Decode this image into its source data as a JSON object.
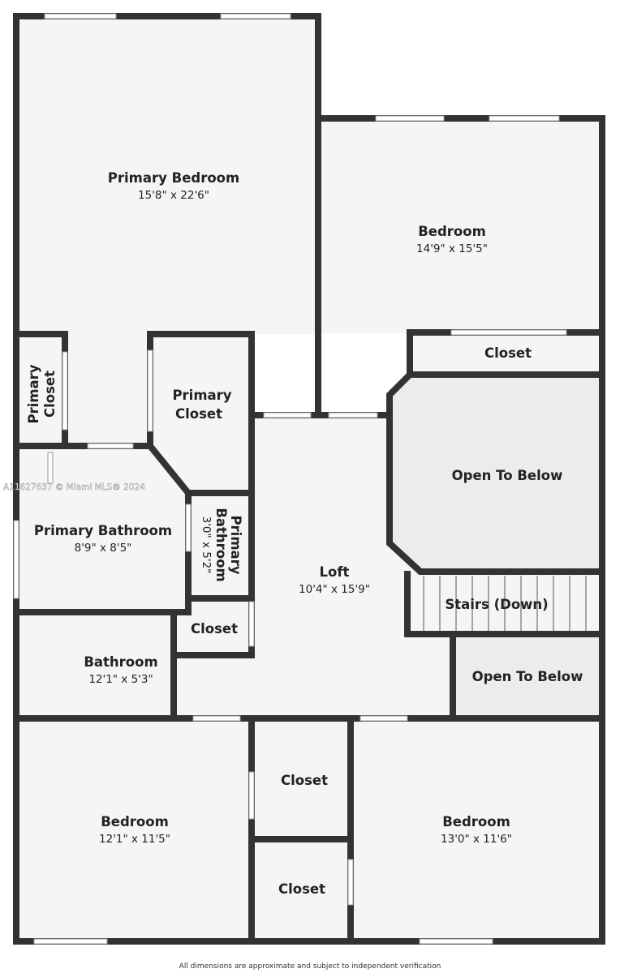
{
  "rooms": {
    "primary_bedroom": {
      "name": "Primary Bedroom",
      "dims": "15'8\" x 22'6\""
    },
    "bedroom_ne": {
      "name": "Bedroom",
      "dims": "14'9\" x 15'5\""
    },
    "closet_ne": {
      "name": "Closet"
    },
    "primary_closet_small": {
      "name_l1": "Primary",
      "name_l2": "Closet"
    },
    "primary_closet": {
      "name_l1": "Primary",
      "name_l2": "Closet"
    },
    "open_to_below_1": {
      "name": "Open To Below"
    },
    "primary_bathroom": {
      "name": "Primary Bathroom",
      "dims": "8'9\" x 8'5\""
    },
    "primary_bathroom_small": {
      "name_l1": "Primary",
      "name_l2": "Bathroom",
      "dims": "3'0\" x 5'2\""
    },
    "loft": {
      "name": "Loft",
      "dims": "10'4\" x 15'9\""
    },
    "stairs": {
      "name": "Stairs (Down)"
    },
    "closet_mid": {
      "name": "Closet"
    },
    "bathroom": {
      "name": "Bathroom",
      "dims": "12'1\" x 5'3\""
    },
    "open_to_below_2": {
      "name": "Open To Below"
    },
    "bedroom_sw": {
      "name": "Bedroom",
      "dims": "12'1\" x 11'5\""
    },
    "closet_s1": {
      "name": "Closet"
    },
    "closet_s2": {
      "name": "Closet"
    },
    "bedroom_se": {
      "name": "Bedroom",
      "dims": "13'0\" x 11'6\""
    }
  },
  "watermark": "A11627637 © Miami MLS® 2024",
  "footer_note": "All dimensions are approximate and subject to independent verification",
  "colors": {
    "wall": "#333333",
    "floor": "#f5f5f5",
    "open_area": "#ececec"
  }
}
